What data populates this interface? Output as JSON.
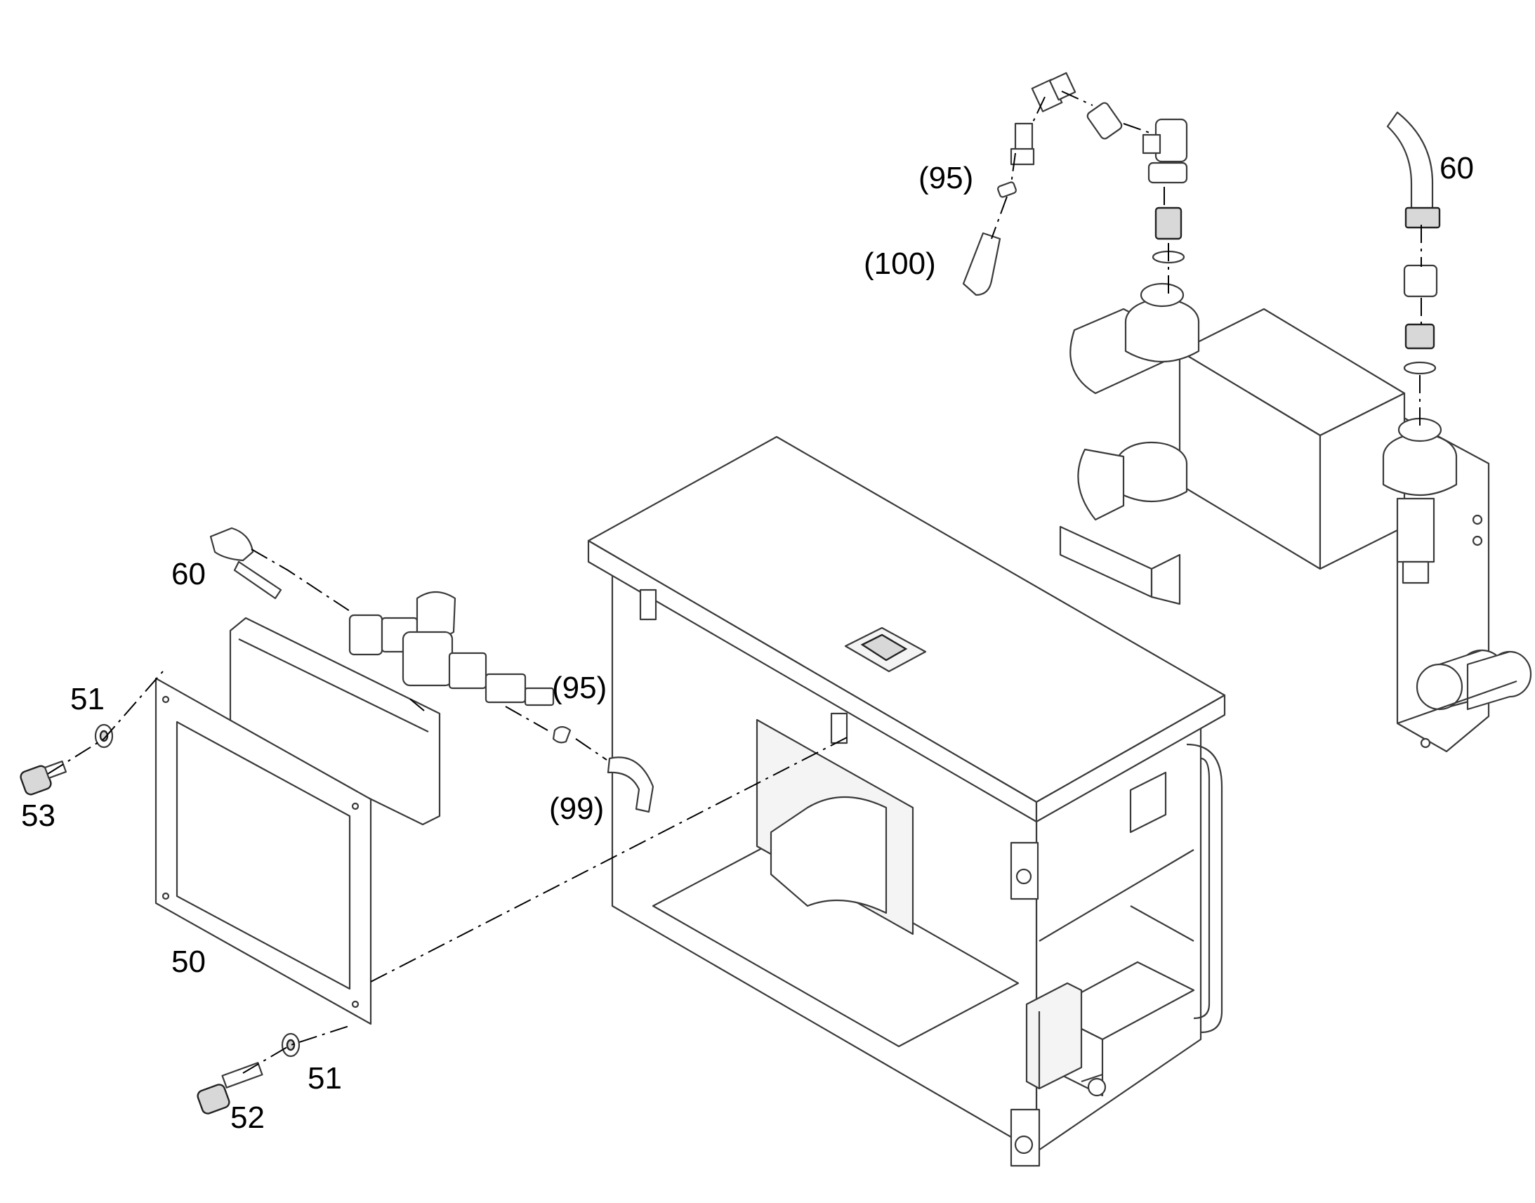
{
  "diagram": {
    "callouts": {
      "c60_top": "60",
      "c95_top": "(95)",
      "c100": "(100)",
      "c60_left": "60",
      "c95_mid": "(95)",
      "c99": "(99)",
      "c51_top": "51",
      "c53": "53",
      "c50": "50",
      "c51_bottom": "51",
      "c52": "52"
    }
  }
}
